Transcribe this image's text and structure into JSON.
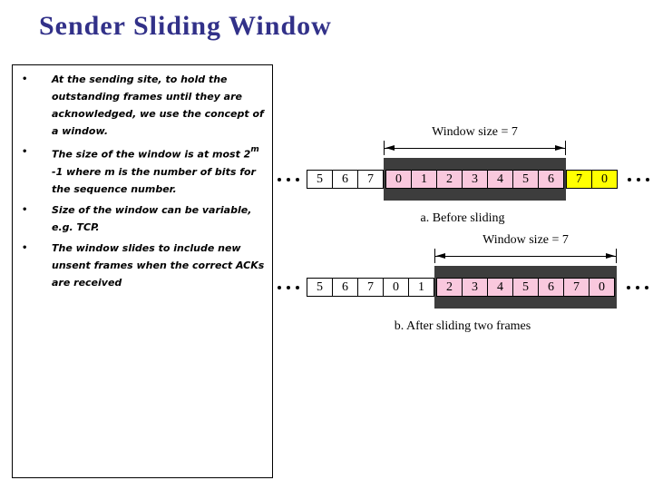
{
  "slide": {
    "title": "Sender Sliding Window"
  },
  "notes": {
    "bullet_char": "•",
    "bullets": [
      {
        "segments": [
          {
            "t": "At the sending site, to hold the outstanding frames until they are acknowledged, we use the concept of a window."
          }
        ]
      },
      {
        "segments": [
          {
            "t": "The size of the window is at most 2"
          },
          {
            "t": "m",
            "sup": true
          },
          {
            "t": "-1 where m is the number of bits for the sequence number.",
            "br": true
          }
        ]
      },
      {
        "segments": [
          {
            "t": "Size of the window can be variable, e.g. TCP."
          }
        ]
      },
      {
        "segments": [
          {
            "t": "The window slides to include new unsent frames when the correct ACKs are received"
          }
        ]
      }
    ]
  },
  "diagrams": [
    {
      "id": "before-sliding",
      "window_label": "Window size = 7",
      "caption": "a. Before sliding",
      "frames": [
        {
          "v": "5",
          "type": "outside"
        },
        {
          "v": "6",
          "type": "outside"
        },
        {
          "v": "7",
          "type": "outside"
        },
        {
          "v": "0",
          "type": "window"
        },
        {
          "v": "1",
          "type": "window"
        },
        {
          "v": "2",
          "type": "window"
        },
        {
          "v": "3",
          "type": "window"
        },
        {
          "v": "4",
          "type": "window"
        },
        {
          "v": "5",
          "type": "window"
        },
        {
          "v": "6",
          "type": "window"
        },
        {
          "v": "7",
          "type": "next"
        },
        {
          "v": "0",
          "type": "next"
        }
      ]
    },
    {
      "id": "after-sliding",
      "window_label": "Window size = 7",
      "caption": "b. After sliding two frames",
      "frames": [
        {
          "v": "5",
          "type": "outside"
        },
        {
          "v": "6",
          "type": "outside"
        },
        {
          "v": "7",
          "type": "outside"
        },
        {
          "v": "0",
          "type": "outside"
        },
        {
          "v": "1",
          "type": "outside"
        },
        {
          "v": "2",
          "type": "window"
        },
        {
          "v": "3",
          "type": "window"
        },
        {
          "v": "4",
          "type": "window"
        },
        {
          "v": "5",
          "type": "window"
        },
        {
          "v": "6",
          "type": "window"
        },
        {
          "v": "7",
          "type": "window"
        },
        {
          "v": "0",
          "type": "window"
        }
      ]
    }
  ],
  "colors": {
    "title": "#323189",
    "window_frame": "#f9c8dd",
    "next_frame": "#ffff00",
    "outside_frame": "#ffffff",
    "band": "#3d3d3d"
  }
}
